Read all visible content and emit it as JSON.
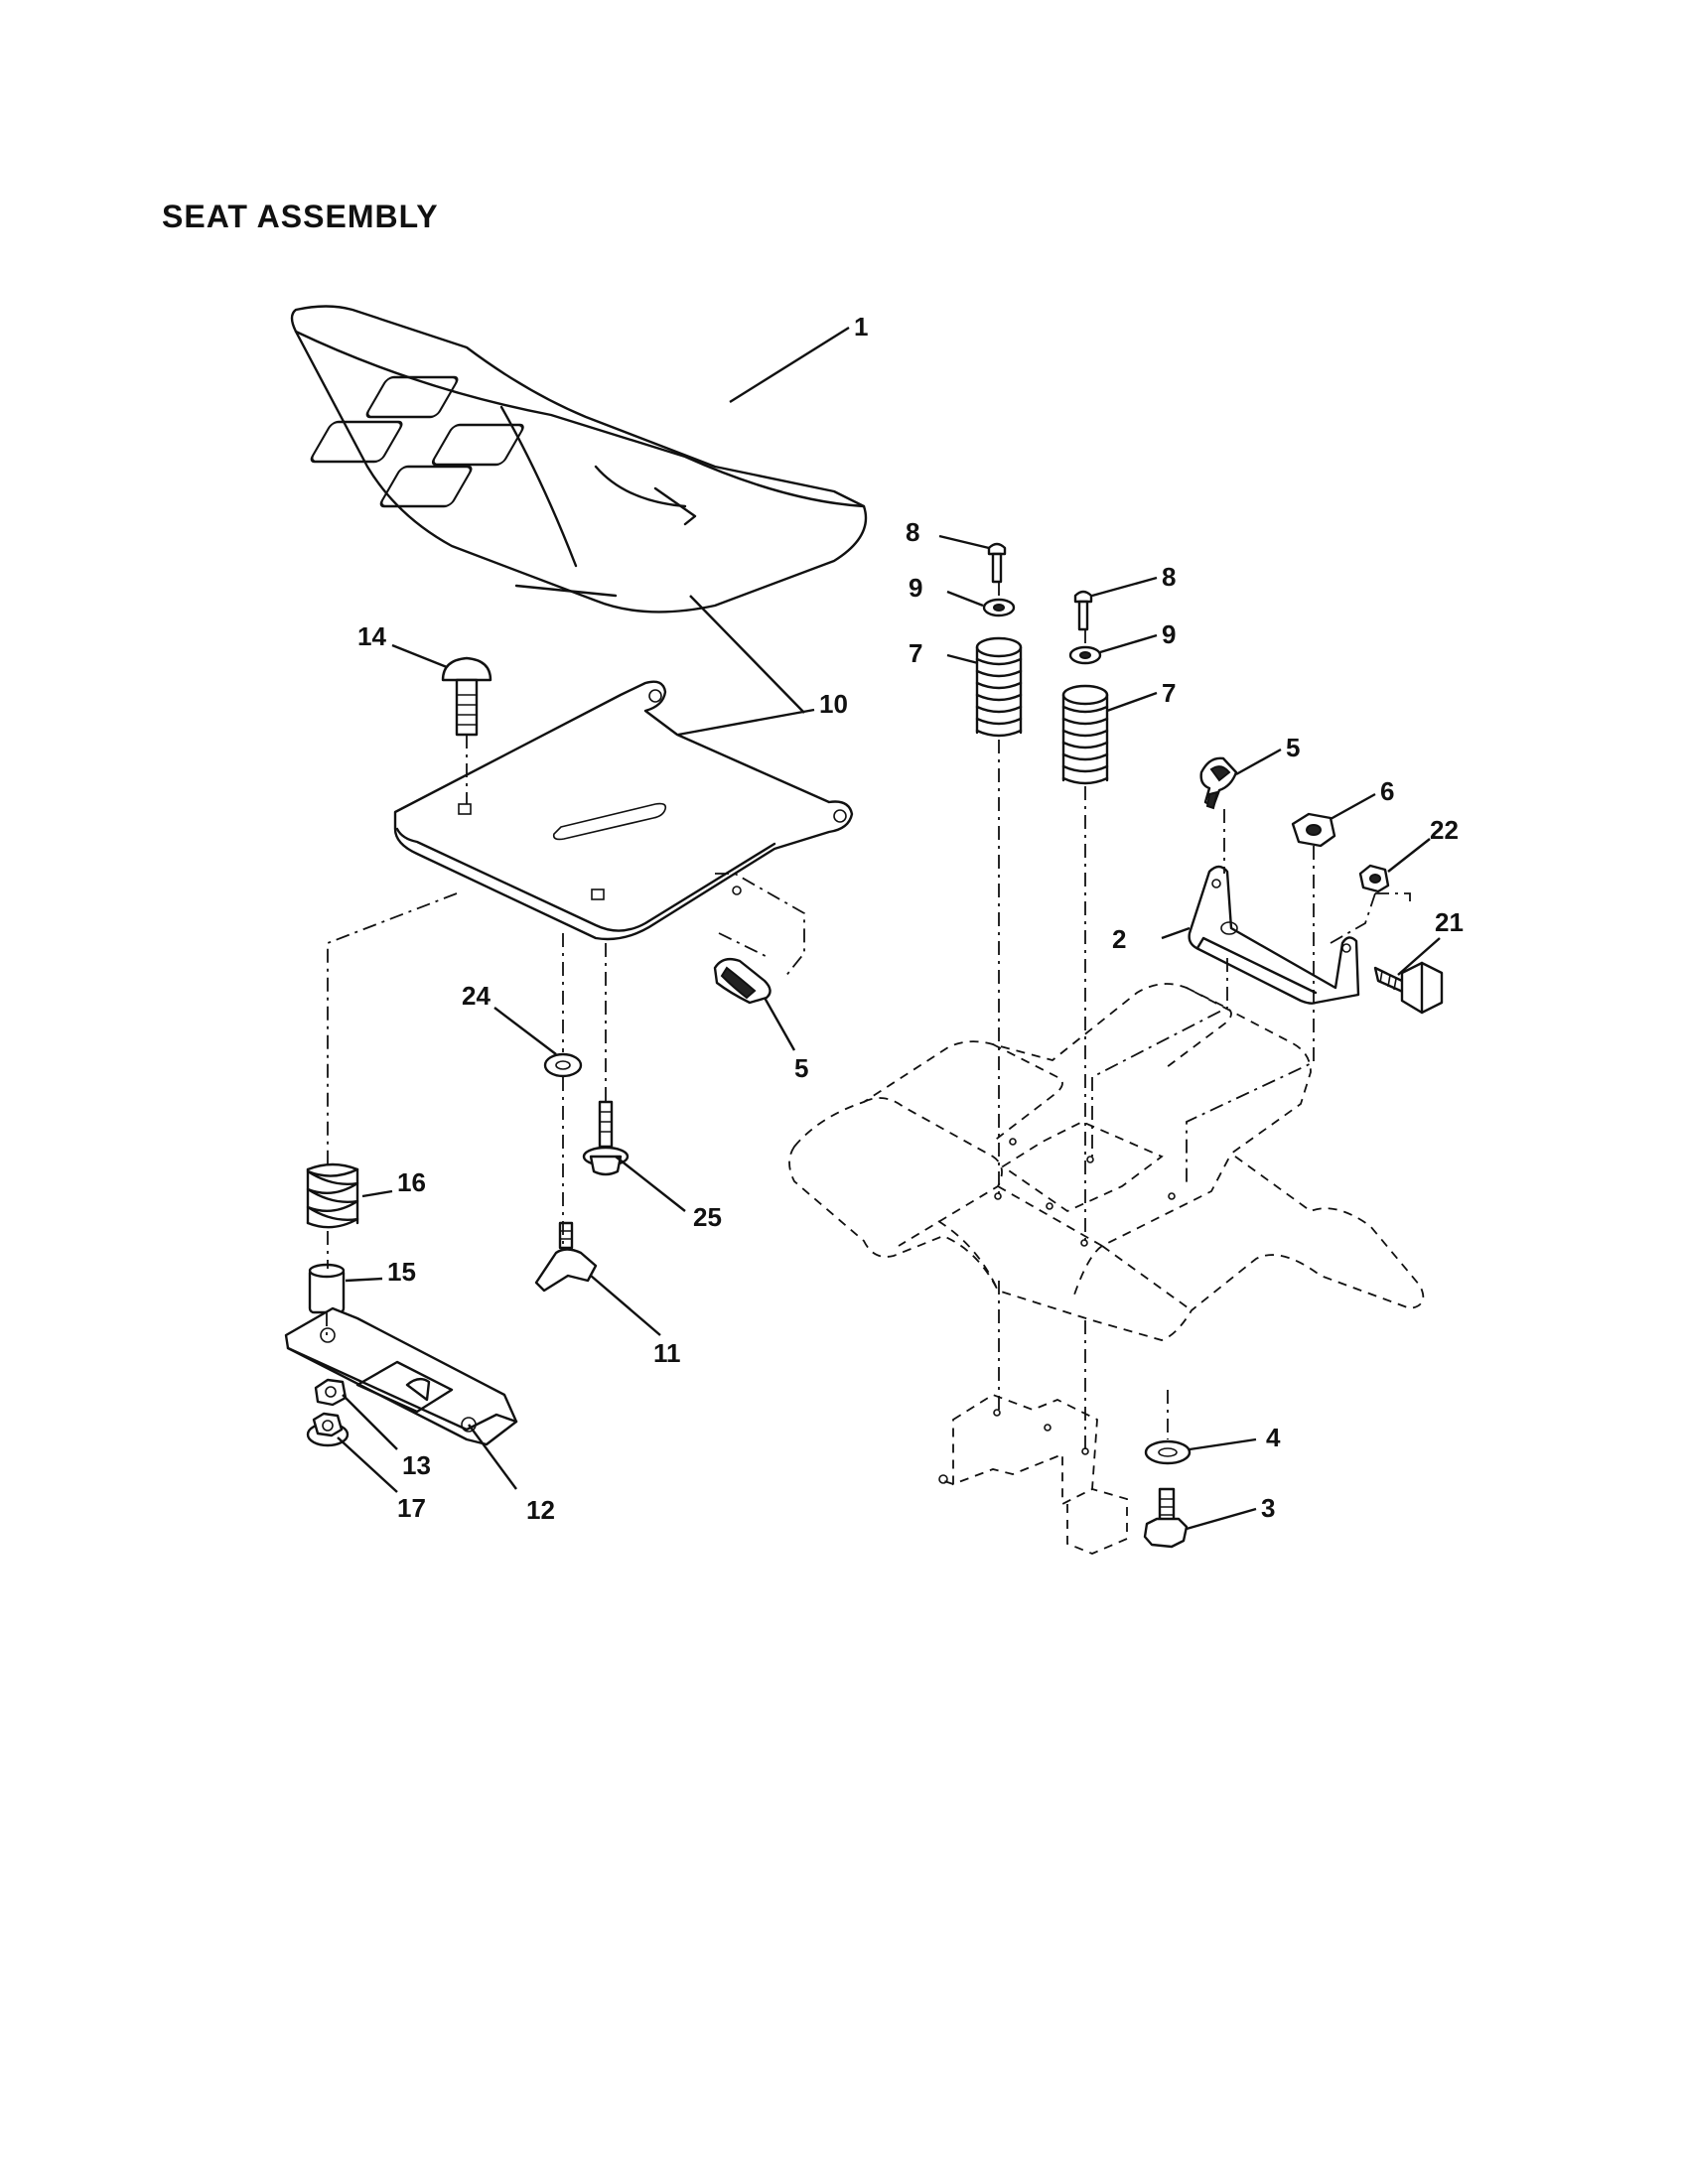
{
  "title": "SEAT ASSEMBLY",
  "callouts": {
    "c1": "1",
    "c2": "2",
    "c3": "3",
    "c4": "4",
    "c5a": "5",
    "c5b": "5",
    "c6": "6",
    "c7a": "7",
    "c7b": "7",
    "c8a": "8",
    "c8b": "8",
    "c9a": "9",
    "c9b": "9",
    "c10": "10",
    "c11": "11",
    "c12": "12",
    "c13": "13",
    "c14": "14",
    "c15": "15",
    "c16": "16",
    "c17": "17",
    "c21": "21",
    "c22": "22",
    "c24": "24",
    "c25": "25"
  }
}
